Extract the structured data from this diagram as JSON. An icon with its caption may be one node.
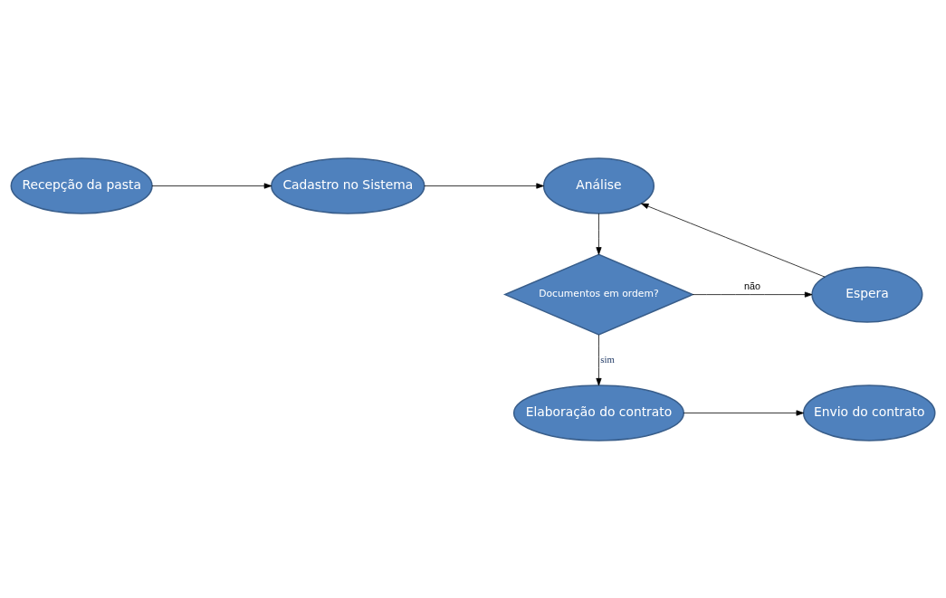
{
  "diagram": {
    "nodes": [
      {
        "text": [
          "Recepção da pasta"
        ]
      },
      {
        "text": [
          "Cadastro no Sistema"
        ]
      },
      {
        "text": [
          "Análise"
        ]
      },
      {
        "text": [
          "Espera"
        ]
      },
      {
        "text": [
          "Documentos em ordem?"
        ]
      },
      {
        "text": [
          "Envio do contrato"
        ]
      },
      {
        "text": [
          "Elaboração do contrato"
        ]
      }
    ],
    "edges": [
      {
        "from": 0,
        "to": 1,
        "arrow": "to"
      },
      {
        "from": 1,
        "to": 2,
        "arrow": "to"
      },
      {
        "from": 2,
        "to": 4,
        "arrow": "to"
      },
      {
        "from": 4,
        "to": 3,
        "arrow": "to",
        "label": "não"
      },
      {
        "from": 3,
        "to": 2,
        "arrow": "to"
      },
      {
        "from": 4,
        "to": 6,
        "arrow": "to",
        "label": "sim"
      },
      {
        "from": 6,
        "to": 5,
        "arrow": "to"
      }
    ]
  }
}
